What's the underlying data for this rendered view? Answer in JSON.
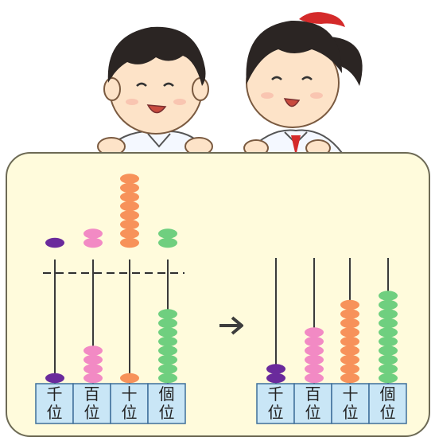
{
  "colors": {
    "panel": "#fffbdc",
    "panel_border": "#6d6a55",
    "cell": "#c9e6f6",
    "cell_border": "#3f6f9a",
    "thousands": "#6a2a9c",
    "hundreds": "#f28ac4",
    "tens": "#f7925a",
    "ones": "#6fcf7f",
    "rod": "#3a3a3a",
    "arrow": "#3d3d3d"
  },
  "place_values": [
    {
      "key": "thousands",
      "label_top": "千",
      "label_bottom": "位"
    },
    {
      "key": "hundreds",
      "label_top": "百",
      "label_bottom": "位"
    },
    {
      "key": "tens",
      "label_top": "十",
      "label_bottom": "位"
    },
    {
      "key": "ones",
      "label_top": "個",
      "label_bottom": "位"
    }
  ],
  "abacus_before": {
    "beads_on_rod": {
      "thousands": 1,
      "hundreds": 4,
      "tens": 1,
      "ones": 8
    },
    "beads_being_added": {
      "thousands": 1,
      "hundreds": 2,
      "tens": 8,
      "ones": 2
    }
  },
  "abacus_after": {
    "beads_on_rod": {
      "thousands": 2,
      "hundreds": 6,
      "tens": 9,
      "ones": 10
    }
  },
  "arrow_icon": "right-arrow-icon",
  "characters": [
    "boy-character",
    "girl-character"
  ]
}
